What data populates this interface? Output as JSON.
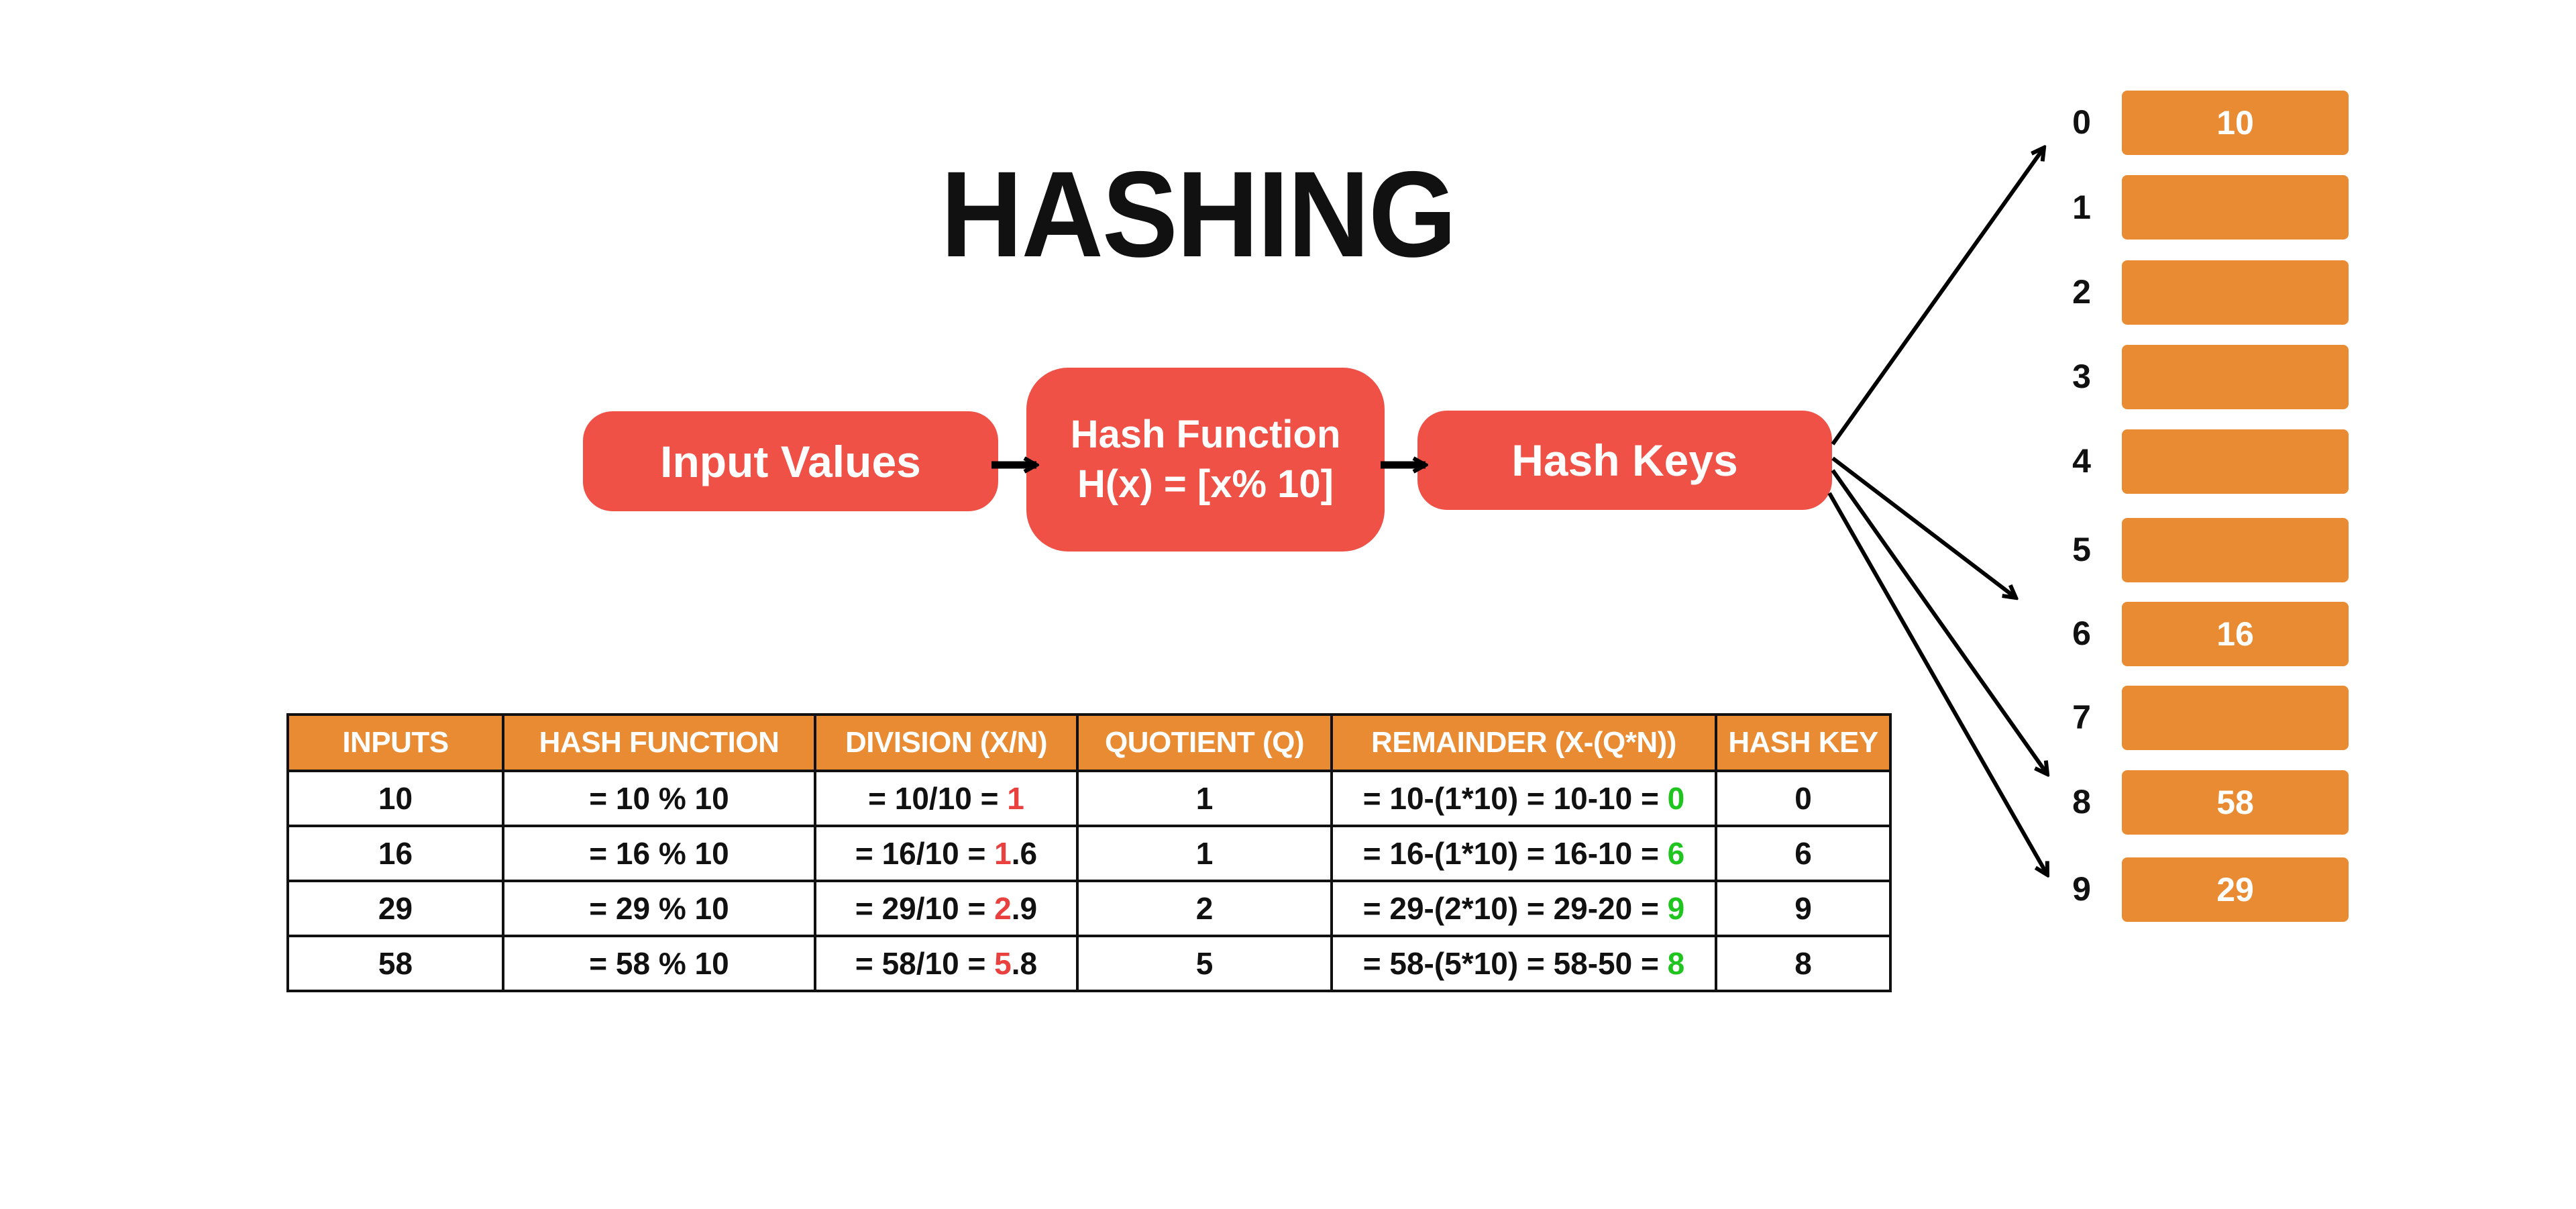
{
  "title": "HASHING",
  "colors": {
    "flow_box": "#ef5147",
    "table_header": "#e98b33",
    "slot": "#e98b33",
    "highlight_red": "#e8413f",
    "highlight_green": "#1fc41f",
    "text": "#111111"
  },
  "flow": {
    "input_box": "Input Values",
    "function_box": {
      "line1": "Hash Function",
      "line2": "H(x) = [x% 10]"
    },
    "keys_box": "Hash Keys"
  },
  "table": {
    "headers": [
      "INPUTS",
      "HASH FUNCTION",
      "DIVISION (X/N)",
      "QUOTIENT (Q)",
      "REMAINDER (X-(Q*N))",
      "HASH KEY"
    ],
    "rows": [
      {
        "input": "10",
        "hash_function": "= 10 % 10",
        "division": {
          "prefix": "= 10/10 = ",
          "highlight": "1",
          "suffix": ""
        },
        "quotient": "1",
        "remainder": {
          "prefix": "= 10-(1*10) = 10-10 = ",
          "highlight": "0"
        },
        "hash_key": "0"
      },
      {
        "input": "16",
        "hash_function": "= 16 % 10",
        "division": {
          "prefix": "= 16/10 = ",
          "highlight": "1",
          "suffix": ".6"
        },
        "quotient": "1",
        "remainder": {
          "prefix": "= 16-(1*10) = 16-10 = ",
          "highlight": "6"
        },
        "hash_key": "6"
      },
      {
        "input": "29",
        "hash_function": "= 29 % 10",
        "division": {
          "prefix": "= 29/10 = ",
          "highlight": "2",
          "suffix": ".9"
        },
        "quotient": "2",
        "remainder": {
          "prefix": "= 29-(2*10) = 29-20 = ",
          "highlight": "9"
        },
        "hash_key": "9"
      },
      {
        "input": "58",
        "hash_function": "= 58 % 10",
        "division": {
          "prefix": "= 58/10 = ",
          "highlight": "5",
          "suffix": ".8"
        },
        "quotient": "5",
        "remainder": {
          "prefix": "= 58-(5*10) = 58-50 = ",
          "highlight": "8"
        },
        "hash_key": "8"
      }
    ]
  },
  "hash_table": {
    "slots": [
      {
        "index": "0",
        "value": "10"
      },
      {
        "index": "1",
        "value": ""
      },
      {
        "index": "2",
        "value": ""
      },
      {
        "index": "3",
        "value": ""
      },
      {
        "index": "4",
        "value": ""
      },
      {
        "index": "5",
        "value": ""
      },
      {
        "index": "6",
        "value": "16"
      },
      {
        "index": "7",
        "value": ""
      },
      {
        "index": "8",
        "value": "58"
      },
      {
        "index": "9",
        "value": "29"
      }
    ],
    "arrows_to": [
      "0",
      "6",
      "8",
      "9"
    ]
  }
}
